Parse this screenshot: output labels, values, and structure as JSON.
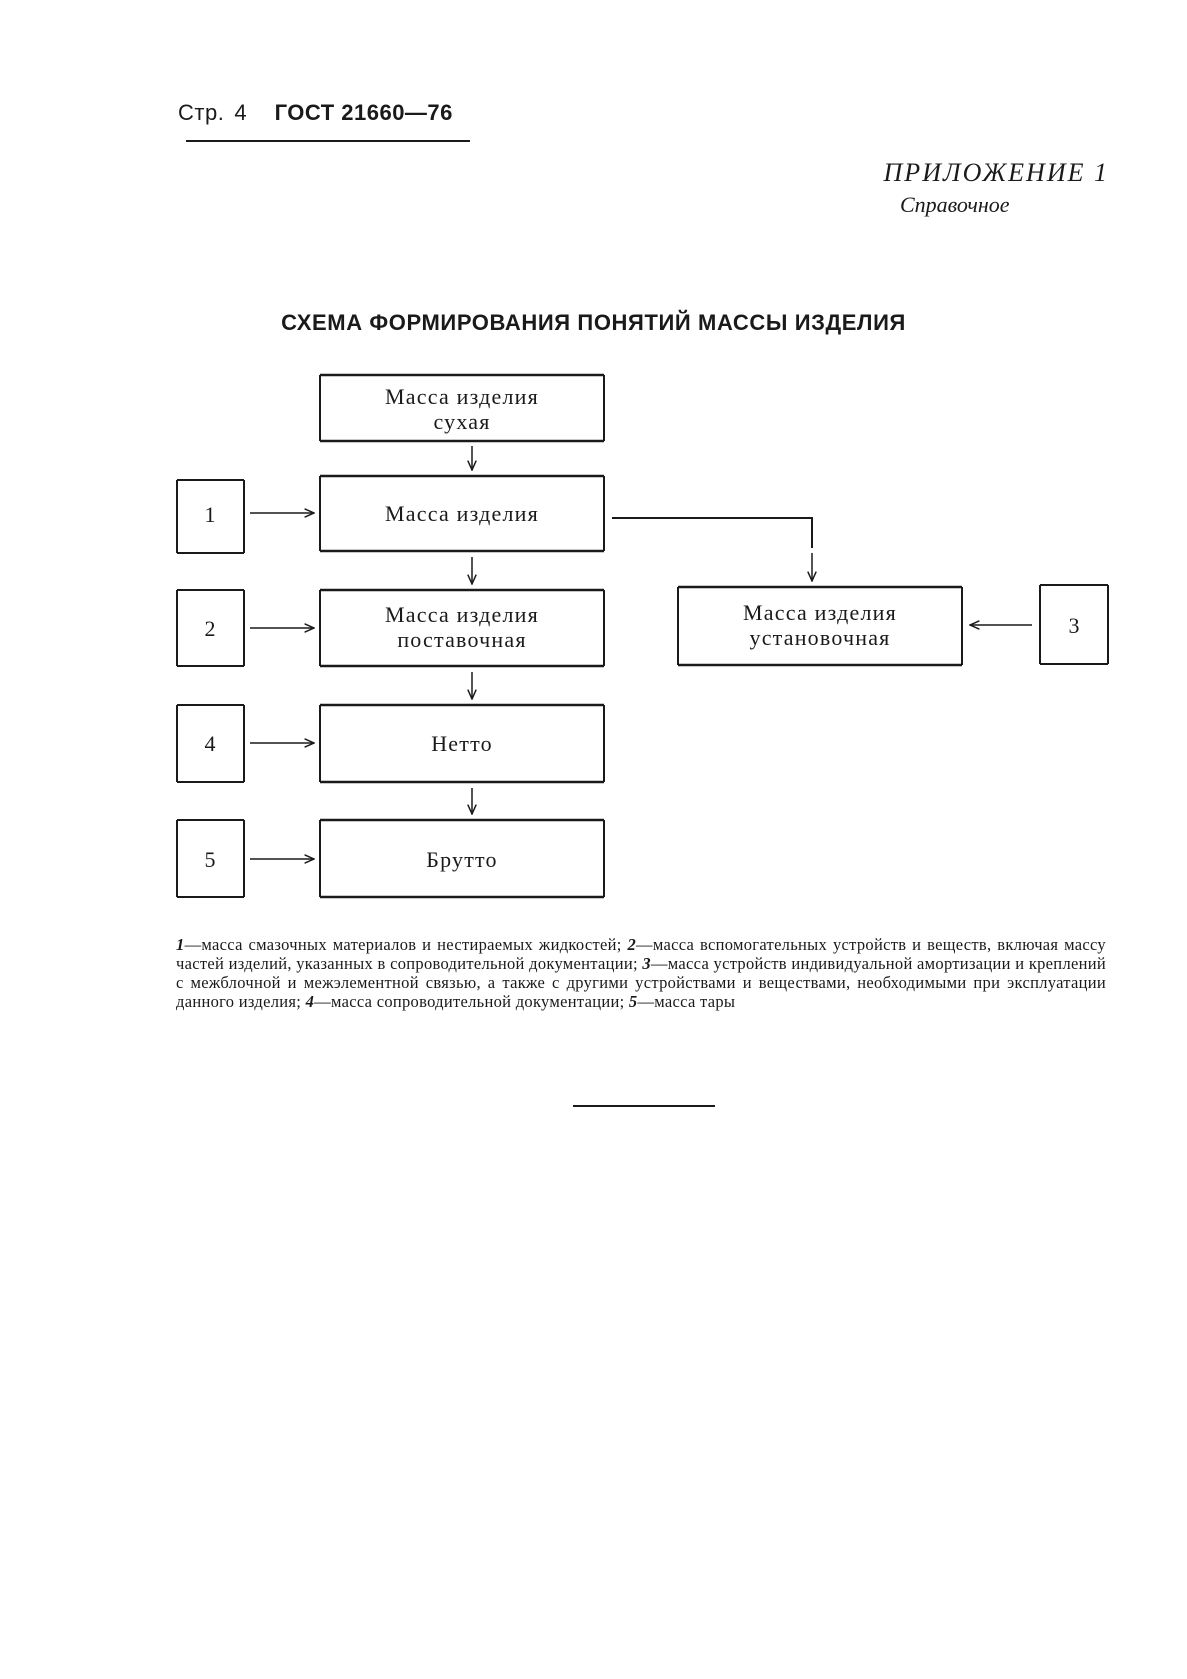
{
  "header": {
    "page_label": "Стр.",
    "page_number": "4",
    "standard": "ГОСТ 21660—76"
  },
  "appendix": {
    "title": "ПРИЛОЖЕНИЕ 1",
    "subtitle": "Справочное"
  },
  "diagram": {
    "title": "СХЕМА ФОРМИРОВАНИЯ ПОНЯТИЙ МАССЫ ИЗДЕЛИЯ",
    "dry_line1": "Масса изделия",
    "dry_line2": "сухая",
    "mass": "Масса изделия",
    "delivery_line1": "Масса изделия",
    "delivery_line2": "поставочная",
    "netto": "Нетто",
    "brutto": "Брутто",
    "install_line1": "Масса изделия",
    "install_line2": "установочная",
    "n1": "1",
    "n2": "2",
    "n3": "3",
    "n4": "4",
    "n5": "5"
  },
  "legend": {
    "n1": "1",
    "t1": "—масса смазочных материалов и нестираемых жидкостей; ",
    "n2": "2",
    "t2": "—масса вспомогательных устройств и веществ, включая массу частей изделий, указанных в сопроводительной документации; ",
    "n3": "3",
    "t3": "—масса устройств индивидуальной амортизации и креплений с межблочной и межэлементной связью, а также с другими устройствами и веществами, необходимыми при эксплуатации данного изделия; ",
    "n4": "4",
    "t4": "—масса сопроводительной документации; ",
    "n5": "5",
    "t5": "—масса тары"
  }
}
